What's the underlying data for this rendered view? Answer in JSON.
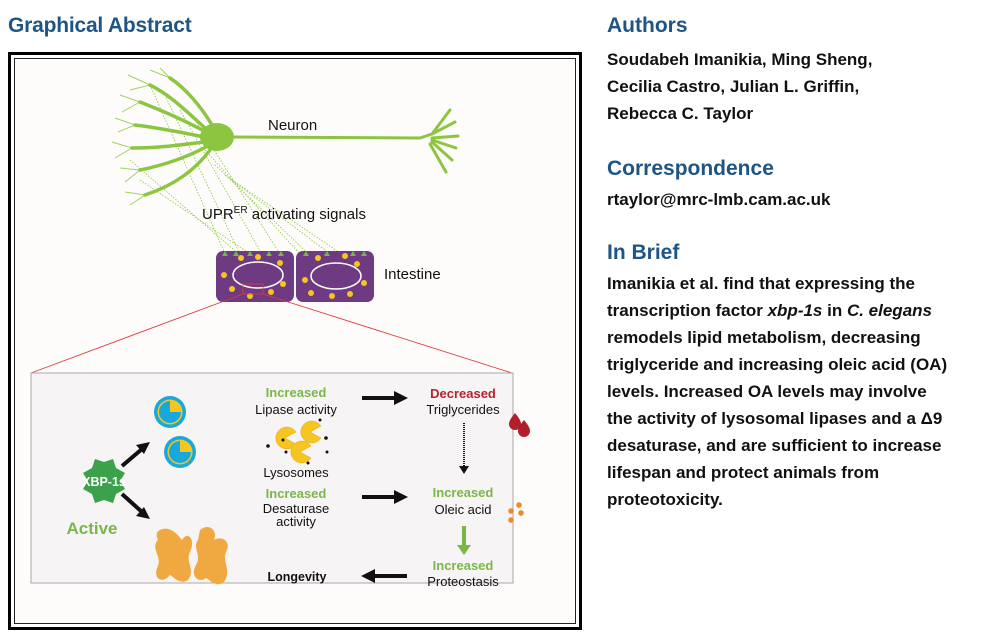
{
  "graphical_abstract": {
    "title": "Graphical Abstract",
    "labels": {
      "neuron": "Neuron",
      "signals_main": "UPR",
      "signals_sup": "ER",
      "signals_rest": " activating signals",
      "intestine": "Intestine",
      "xbp1s": "XBP-1s",
      "active": "Active",
      "inc_lipase_head": "Increased",
      "inc_lipase_body": "Lipase activity",
      "lysosomes": "Lysosomes",
      "inc_desat_head": "Increased",
      "inc_desat_body_1": "Desaturase",
      "inc_desat_body_2": "activity",
      "dec_tg_head": "Decreased",
      "dec_tg_body": "Triglycerides",
      "inc_oa_head": "Increased",
      "inc_oa_body": "Oleic acid",
      "inc_prot_head": "Increased",
      "inc_prot_body": "Proteostasis",
      "longevity": "Longevity"
    },
    "colors": {
      "neuron_green": "#8cc540",
      "intestine_purple": "#6e3a82",
      "lipid_yellow": "#f7c520",
      "xbp_green": "#3ba14a",
      "increased_green": "#7ab648",
      "decreased_red": "#b5232e",
      "droplet_red": "#b21e2a",
      "oa_orange": "#ec8a2e",
      "er_orange": "#f0a840",
      "lysosome_blue": "#18a8dc",
      "zoom_red": "#e0393e",
      "panel_bg": "#f7f4f5"
    }
  },
  "authors": {
    "heading": "Authors",
    "lines": [
      "Soudabeh Imanikia, Ming Sheng,",
      "Cecilia Castro, Julian L. Griffin,",
      "Rebecca C. Taylor"
    ]
  },
  "correspondence": {
    "heading": "Correspondence",
    "email": "rtaylor@mrc-lmb.cam.ac.uk"
  },
  "in_brief": {
    "heading": "In Brief",
    "p1": "Imanikia et al. find that expressing the",
    "p2a": "transcription factor ",
    "p2_gene": "xbp-1s",
    "p2b": " in ",
    "p2_species": "C. elegans",
    "p3": "remodels lipid metabolism, decreasing",
    "p4": "triglyceride and increasing oleic acid (OA)",
    "p5": "levels. Increased OA levels may involve",
    "p6": "the activity of lysosomal lipases and a Δ9",
    "p7": "desaturase, and are sufficient to increase",
    "p8": "lifespan and protect animals from",
    "p9": "proteotoxicity."
  }
}
